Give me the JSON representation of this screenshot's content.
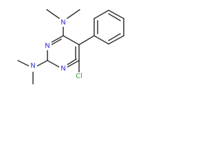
{
  "molecule": {
    "atoms": {
      "n_top": {
        "label": "N",
        "color": "#2a2ad8"
      },
      "n_ring_upper": {
        "label": "N",
        "color": "#2a2ad8"
      },
      "n_ring_lower": {
        "label": "N",
        "color": "#2a2ad8"
      },
      "n_left": {
        "label": "N",
        "color": "#2a2ad8"
      },
      "cl": {
        "label": "Cl",
        "color": "#2a9a2a"
      }
    },
    "bond_color": "#303030"
  }
}
